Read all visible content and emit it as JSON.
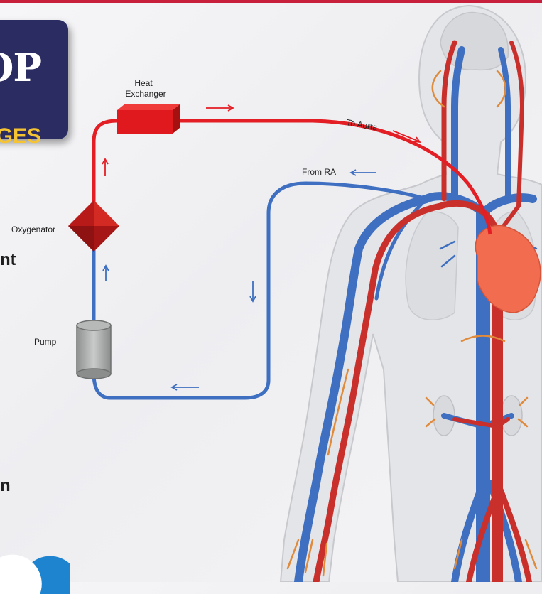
{
  "badge": {
    "title": "OP",
    "subtitle": "GES"
  },
  "side_text": {
    "line_1": "nt",
    "line_2": "n"
  },
  "labels": {
    "heat_exchanger_1": "Heat",
    "heat_exchanger_2": "Exchanger",
    "oxygenator": "Oxygenator",
    "pump": "Pump",
    "to_aorta": "To Aorta",
    "from_ra": "From RA"
  },
  "colors": {
    "arterial": "#e31e24",
    "venous": "#3e6fc0",
    "heart": "#f26c4f",
    "badge_bg": "#2b2d62",
    "badge_accent": "#f6c431"
  }
}
